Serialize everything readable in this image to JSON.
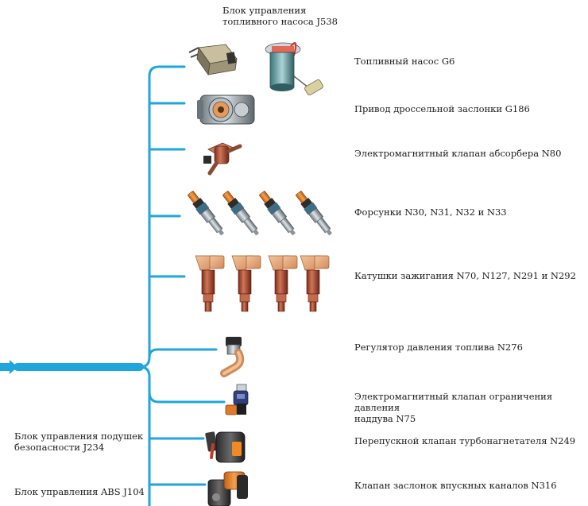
{
  "colors": {
    "bus": "#1fa6dd",
    "orange": "#f08a24",
    "copper": "#b8563a",
    "metal": "#9aa3a8"
  },
  "top_label": "Блок управления\nтопливного насоса J538",
  "components": [
    {
      "id": "fuel-pump",
      "label": "Топливный насос G6",
      "icon": "fuel-pump-icon"
    },
    {
      "id": "throttle",
      "label": "Привод дроссельной заслонки G186",
      "icon": "throttle-body-icon"
    },
    {
      "id": "absorber",
      "label": "Электромагнитный клапан абсорбера N80",
      "icon": "solenoid-valve-icon"
    },
    {
      "id": "injectors",
      "label": "Форсунки N30, N31, N32 и N33",
      "icon": "injector-icon"
    },
    {
      "id": "coils",
      "label": "Катушки зажигания N70, N127, N291 и N292",
      "icon": "ignition-coil-icon"
    },
    {
      "id": "pressure-reg",
      "label": "Регулятор давления топлива N276",
      "icon": "pressure-regulator-icon"
    },
    {
      "id": "boost-valve",
      "label": "Электромагнитный клапан ограничения давления\nнаддува N75",
      "icon": "boost-valve-icon"
    },
    {
      "id": "bypass",
      "label": "Перепускной клапан турбонагнетателя N249",
      "icon": "bypass-valve-icon"
    },
    {
      "id": "intake-flaps",
      "label": "Клапан заслонок впускных каналов N316",
      "icon": "intake-flap-valve-icon"
    }
  ],
  "left_labels": [
    {
      "id": "airbag",
      "label": "Блок управления подушек\nбезопасности J234"
    },
    {
      "id": "abs",
      "label": "Блок управления ABS J104"
    }
  ]
}
